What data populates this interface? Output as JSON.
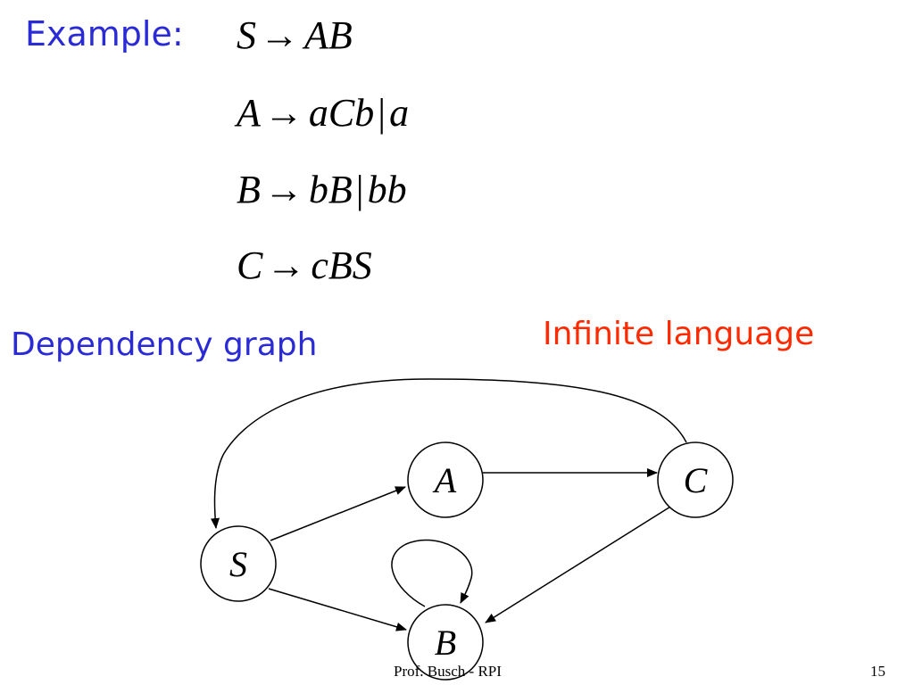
{
  "example_label": "Example:",
  "rules": [
    {
      "lhs": "S",
      "arrow": "→",
      "rhs": [
        "AB"
      ]
    },
    {
      "lhs": "A",
      "arrow": "→",
      "rhs": [
        "aCb",
        "a"
      ]
    },
    {
      "lhs": "B",
      "arrow": "→",
      "rhs": [
        "bB",
        "bb"
      ]
    },
    {
      "lhs": "C",
      "arrow": "→",
      "rhs": [
        "cBS"
      ]
    }
  ],
  "alternation_symbol": "|",
  "dependency_heading": "Dependency graph",
  "infinite_heading": "Infinite language",
  "graph": {
    "nodes": {
      "S": "S",
      "A": "A",
      "B": "B",
      "C": "C"
    },
    "edges": [
      {
        "from": "S",
        "to": "A"
      },
      {
        "from": "S",
        "to": "B"
      },
      {
        "from": "A",
        "to": "C"
      },
      {
        "from": "C",
        "to": "B"
      },
      {
        "from": "C",
        "to": "S"
      },
      {
        "from": "B",
        "to": "B"
      }
    ]
  },
  "footer": {
    "credit": "Prof. Busch - RPI",
    "page": "15"
  },
  "colors": {
    "blue": "#2b2bd6",
    "red": "#ff2a00",
    "black": "#000000"
  }
}
